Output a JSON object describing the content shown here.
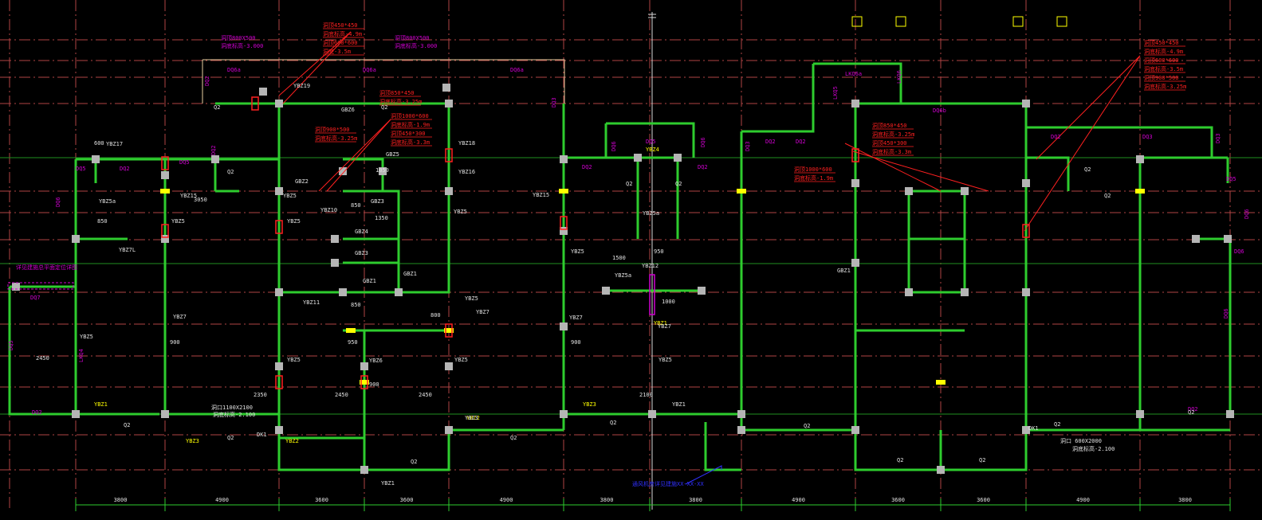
{
  "colors": {
    "background": "#000000",
    "axis_grid": "#b04545",
    "axis_grid_green": "#1f8f1f",
    "wall": "#2ecc2e",
    "column": "#b5b5b5",
    "label_magenta": "#d000d0",
    "label_red": "#ff2020",
    "label_white": "#e0e0e0",
    "label_yellow": "#ffff00",
    "label_cyan": "#00d0d0",
    "label_blue": "#3030ff",
    "outline": "#e8d0a0"
  },
  "dimension_row": {
    "spans": [
      "3800",
      "4900",
      "3600",
      "3600",
      "4900",
      "3800",
      "3800",
      "4900",
      "3600",
      "3600",
      "4900",
      "3800"
    ]
  },
  "wall_labels": [
    {
      "id": "dq5-a",
      "text": "DQ5"
    },
    {
      "id": "dq2-a",
      "text": "DQ2"
    },
    {
      "id": "dq5-b",
      "text": "DQ5"
    },
    {
      "id": "dq2-b",
      "text": "DQ2"
    },
    {
      "id": "dq6-a",
      "text": "DQ6"
    },
    {
      "id": "dq2-c",
      "text": "DQ2"
    },
    {
      "id": "dq6-top",
      "text": "DQ6a"
    },
    {
      "id": "dq6-top2",
      "text": "DQ6a"
    },
    {
      "id": "dq6-top3",
      "text": "DQ6a"
    },
    {
      "id": "dq2-d",
      "text": "DQ2"
    },
    {
      "id": "dq7",
      "text": "DQ7"
    },
    {
      "id": "lkq4",
      "text": "LKQ4"
    },
    {
      "id": "dq3-l",
      "text": "DQ3"
    },
    {
      "id": "dq2-l",
      "text": "DQ2"
    },
    {
      "id": "dq6-r",
      "text": "DQ6"
    },
    {
      "id": "dq5-r",
      "text": "DQ5"
    },
    {
      "id": "dq2-r1",
      "text": "DQ2"
    },
    {
      "id": "dq2-r2",
      "text": "DQ2"
    },
    {
      "id": "dq2-r3",
      "text": "DQ2"
    },
    {
      "id": "dq3-r",
      "text": "DQ3"
    },
    {
      "id": "lkq6",
      "text": "LKQ6a"
    },
    {
      "id": "lkq6b",
      "text": "LKQ6"
    },
    {
      "id": "dq6b",
      "text": "DQ6b"
    },
    {
      "id": "dq5-rr",
      "text": "DQ5"
    },
    {
      "id": "dq6-rr",
      "text": "DQ6"
    },
    {
      "id": "dq2-rr",
      "text": "DQ2"
    },
    {
      "id": "dq3-rr",
      "text": "DQ3"
    },
    {
      "id": "dq2-rr2",
      "text": "DQ2"
    },
    {
      "id": "dq3-rr2",
      "text": "DQ3"
    }
  ],
  "column_labels": [
    {
      "id": "c1",
      "text": "YBZ17"
    },
    {
      "id": "c2",
      "text": "YBZ15"
    },
    {
      "id": "c3",
      "text": "YBZ5a"
    },
    {
      "id": "c4",
      "text": "YBZ5"
    },
    {
      "id": "c5",
      "text": "YBZ7L"
    },
    {
      "id": "c6",
      "text": "YBZ7"
    },
    {
      "id": "c7",
      "text": "YBZ5"
    },
    {
      "id": "c8",
      "text": "YBZ19"
    },
    {
      "id": "c9",
      "text": "YBZ10"
    },
    {
      "id": "c10",
      "text": "YBZ5"
    },
    {
      "id": "c11",
      "text": "YBZ11"
    },
    {
      "id": "c12",
      "text": "YBZ6"
    },
    {
      "id": "c13",
      "text": "YBZ5"
    },
    {
      "id": "c14",
      "text": "YBZ7"
    },
    {
      "id": "c15",
      "text": "YBZ5"
    },
    {
      "id": "c16",
      "text": "YBZ16"
    },
    {
      "id": "c17",
      "text": "YBZ18"
    },
    {
      "id": "c18",
      "text": "YBZ15"
    },
    {
      "id": "c19",
      "text": "YBZ5"
    },
    {
      "id": "c20",
      "text": "YBZ7"
    },
    {
      "id": "c21",
      "text": "YBZ5"
    },
    {
      "id": "c22",
      "text": "YBZ1"
    },
    {
      "id": "c23",
      "text": "YBZ4"
    },
    {
      "id": "c24",
      "text": "YBZ5a"
    },
    {
      "id": "c25",
      "text": "YBZ7"
    },
    {
      "id": "c26",
      "text": "YBZ5"
    },
    {
      "id": "c27",
      "text": "YBZ1"
    },
    {
      "id": "c28",
      "text": "YBZ5a"
    },
    {
      "id": "c29",
      "text": "YBZ12"
    },
    {
      "id": "c30",
      "text": "YBZ5"
    },
    {
      "id": "c31",
      "text": "YBZ3"
    },
    {
      "id": "c32",
      "text": "YBZ2"
    },
    {
      "id": "c33",
      "text": "YBZ2"
    },
    {
      "id": "c34",
      "text": "YBZ3"
    }
  ],
  "gbz_labels": [
    {
      "id": "g1",
      "text": "GBZ6"
    },
    {
      "id": "g2",
      "text": "GBZ2"
    },
    {
      "id": "g3",
      "text": "GBZ5"
    },
    {
      "id": "g4",
      "text": "GBZ3"
    },
    {
      "id": "g5",
      "text": "GBZ3"
    },
    {
      "id": "g6",
      "text": "GBZ4"
    },
    {
      "id": "g7",
      "text": "GBZ1"
    },
    {
      "id": "g8",
      "text": "GBZ1"
    },
    {
      "id": "g9",
      "text": "GBZ1"
    }
  ],
  "red_notes": [
    {
      "id": "n1",
      "lines": [
        "洞顶450*450",
        "洞底标高-4.9m",
        "洞顶600*600",
        "洞底-3.5m"
      ]
    },
    {
      "id": "n2",
      "lines": [
        "洞顶850*450",
        "洞底标高-3.25m"
      ]
    },
    {
      "id": "n3",
      "lines": [
        "洞顶1000*600",
        "洞底标高-1.9m",
        "洞顶450*300",
        "洞底标高-3.3m"
      ]
    },
    {
      "id": "n4",
      "lines": [
        "洞顶900*500",
        "洞底标高-3.25m"
      ]
    },
    {
      "id": "n5",
      "lines": [
        "洞顶450*450",
        "洞底标高-4.9m",
        "洞顶600*600",
        "洞底标高-3.5m",
        "洞顶900*500",
        "洞底标高-3.25m"
      ]
    },
    {
      "id": "n6",
      "lines": [
        "洞顶850*450",
        "洞底标高-3.25m",
        "洞顶450*300",
        "洞底标高-3.3m"
      ]
    },
    {
      "id": "n7",
      "lines": [
        "洞顶1000*600",
        "洞底标高-1.9m"
      ]
    }
  ],
  "magenta_notes": [
    {
      "id": "m1",
      "lines": [
        "洞顶800X500",
        "洞底标高-3.000"
      ]
    },
    {
      "id": "m2",
      "lines": [
        "洞顶800X500",
        "洞底标高-3.000"
      ]
    }
  ],
  "other_notes": {
    "blue_note": "通风机房详见建施XX-XX-XX",
    "left_magenta_note": "详见建施总平面定位详图",
    "cyan_left": [
      "洞口1100X2100",
      "洞底标高-2.100",
      "DK1"
    ],
    "cyan_right": [
      "洞口 600X2000",
      "洞底标高-2.100",
      "DK1"
    ],
    "q2": "Q2",
    "dq": "DQ"
  }
}
